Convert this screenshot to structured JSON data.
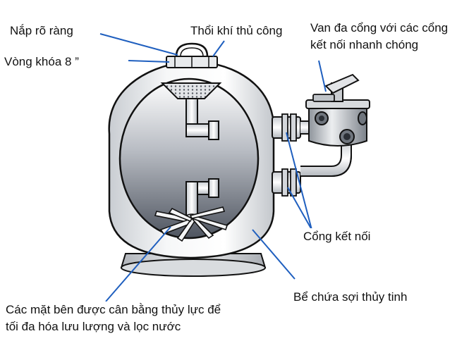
{
  "labels": {
    "lid": "Nắp rõ ràng",
    "ring": "Vòng khóa 8 ”",
    "air_release": "Thổi khí thủ công",
    "valve_line1": "Van đa cổng với các cổng",
    "valve_line2": "kết nối nhanh chóng",
    "ports": "Cổng kết nối",
    "tank": "Bể chứa sợi thủy tinh",
    "laterals_line1": "Các mặt bên được cân bằng thủy lực để",
    "laterals_line2": "tối đa hóa lưu lượng và lọc nước"
  },
  "colors": {
    "leader_line": "#1f5fbf",
    "outline": "#111111",
    "tank_shell": "#eef0f2"
  }
}
